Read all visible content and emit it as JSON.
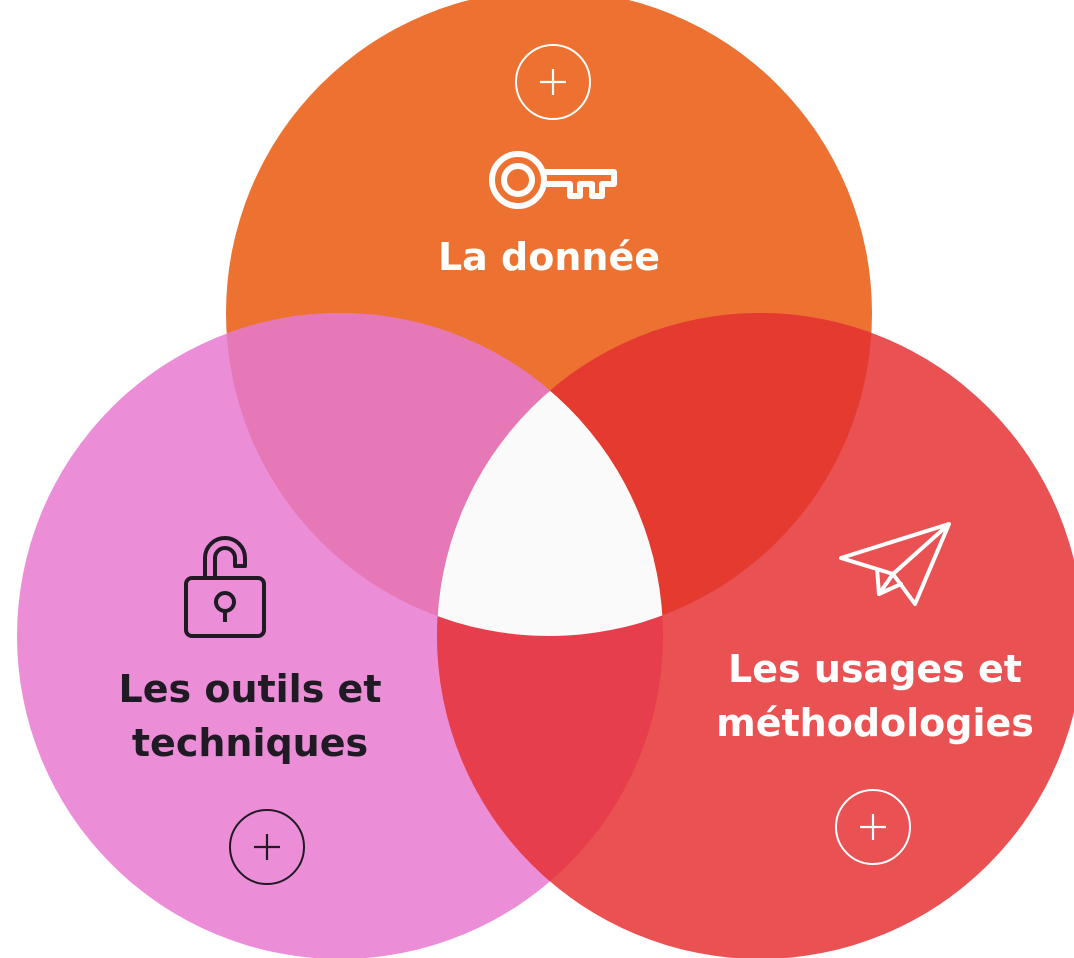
{
  "diagram": {
    "circles": [
      {
        "id": "donnee",
        "label_lines": [
          "La donnée"
        ],
        "fill": "#ED7130",
        "text_color": "#ffffff",
        "icon": "key-icon"
      },
      {
        "id": "outils",
        "label_lines": [
          "Les outils et",
          "techniques"
        ],
        "fill": "#EC8DD8",
        "text_color": "#1F1A24",
        "icon": "unlocked-padlock-icon"
      },
      {
        "id": "usages",
        "label_lines": [
          "Les usages et",
          "méthodologies"
        ],
        "fill": "#E95152",
        "text_color": "#ffffff",
        "icon": "paper-plane-icon"
      }
    ],
    "overlap_colors": {
      "donnee_outils": "#E678B7",
      "donnee_usages": "#E43A30",
      "outils_usages": "#E63E4C",
      "center": "#FAFAFA"
    },
    "expand_icon": "plus-icon"
  }
}
